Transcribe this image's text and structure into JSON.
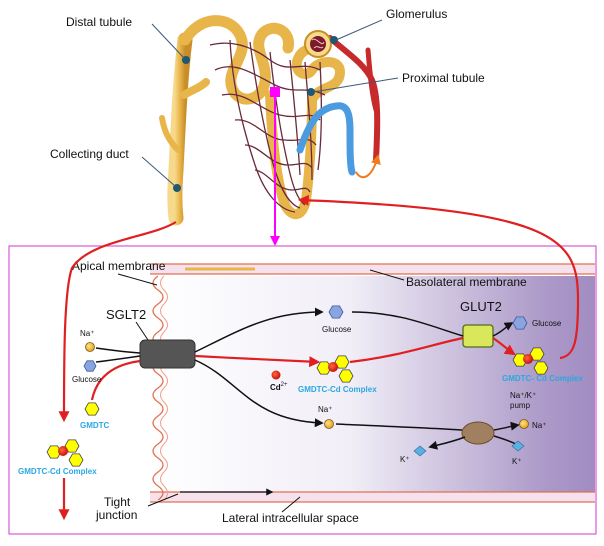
{
  "kidney_labels": {
    "distal_tubule": "Distal tubule",
    "glomerulus": "Glomerulus",
    "proximal_tubule": "Proximal tubule",
    "collecting_duct": "Collecting duct"
  },
  "cell_labels": {
    "apical_membrane": "Apical membrane",
    "basolateral_membrane": "Basolateral membrane",
    "sglt2": "SGLT2",
    "glut2": "GLUT2",
    "tight_junction_line1": "Tight",
    "tight_junction_line2": "junction",
    "lateral_space": "Lateral intracellular space",
    "pump_line1": "Na⁺/K⁺",
    "pump_line2": "pump"
  },
  "molecules": {
    "na": "Na⁺",
    "glucose": "Glucose",
    "gmdtc": "GMDTC",
    "cd": "Cd",
    "cd_charge": "2+",
    "k": "K⁺",
    "complex": "GMDTC-Cd Complex",
    "complex_right": "GMDTC- Cd Complex"
  },
  "colors": {
    "tubule": "#e8b54a",
    "artery": "#c62a2a",
    "vein": "#4a9be0",
    "capillary": "#6b2a3a",
    "transport_arrow": "#e02020",
    "magenta": "#ff00ff",
    "cell_gradient_start": "#ffffff",
    "cell_gradient_end": "#9a84bc",
    "sglt2": "#555555",
    "glut2": "#d8e85a",
    "pump": "#a08060",
    "membrane": "#e07050",
    "glucose_hex": "#8aa4e0",
    "gmdtc_hex": "#ffff00",
    "complex_label": "#2aa8e0"
  }
}
